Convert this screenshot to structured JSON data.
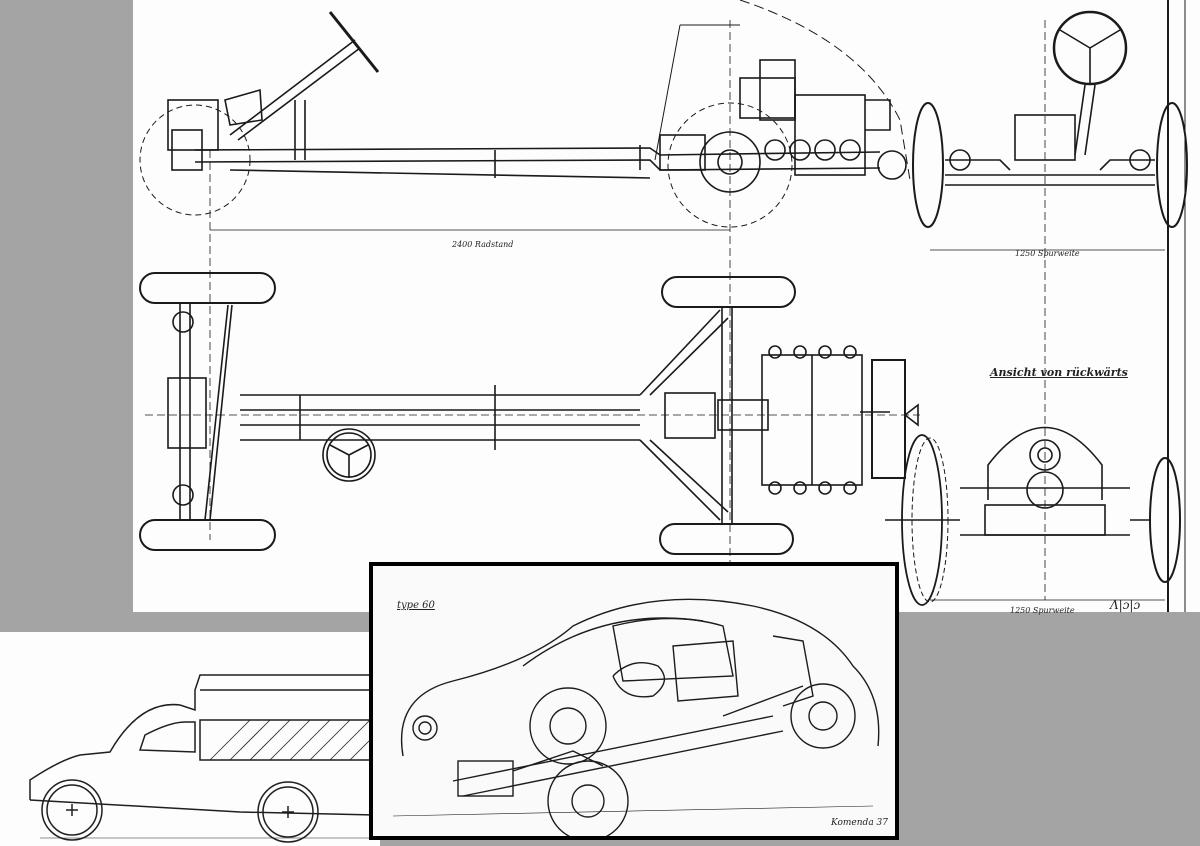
{
  "drawing_main": {
    "wheelbase_note": "2400 Radstand",
    "track_note_top": "1250 Spurweite",
    "track_note_bottom": "1250 Spurweite",
    "view_title": "Ansicht von rückwärts",
    "signature_mark": "Λ|ɔ|ɔ"
  },
  "insert": {
    "type_label": "type 60",
    "signature": "Komenda 37"
  }
}
